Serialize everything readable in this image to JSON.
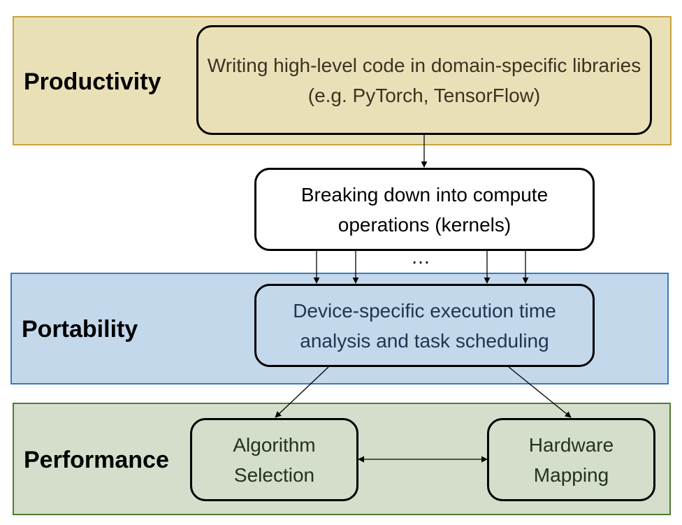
{
  "bands": {
    "productivity": "Productivity",
    "portability": "Portability",
    "performance": "Performance"
  },
  "nodes": {
    "code": "Writing high-level code in domain-specific libraries (e.g. PyTorch, TensorFlow)",
    "kernels": "Breaking down into compute operations (kernels)",
    "device": "Device-specific execution time analysis and task scheduling",
    "algorithm": "Algorithm Selection",
    "hardware": "Hardware Mapping"
  },
  "ellipsis": "…",
  "colors": {
    "productivity_fill": "#eae0b8",
    "productivity_border": "#c9a33a",
    "portability_fill": "#c4d8ec",
    "portability_border": "#3f7ab6",
    "performance_fill": "#d4decb",
    "performance_border": "#4e7d33"
  }
}
